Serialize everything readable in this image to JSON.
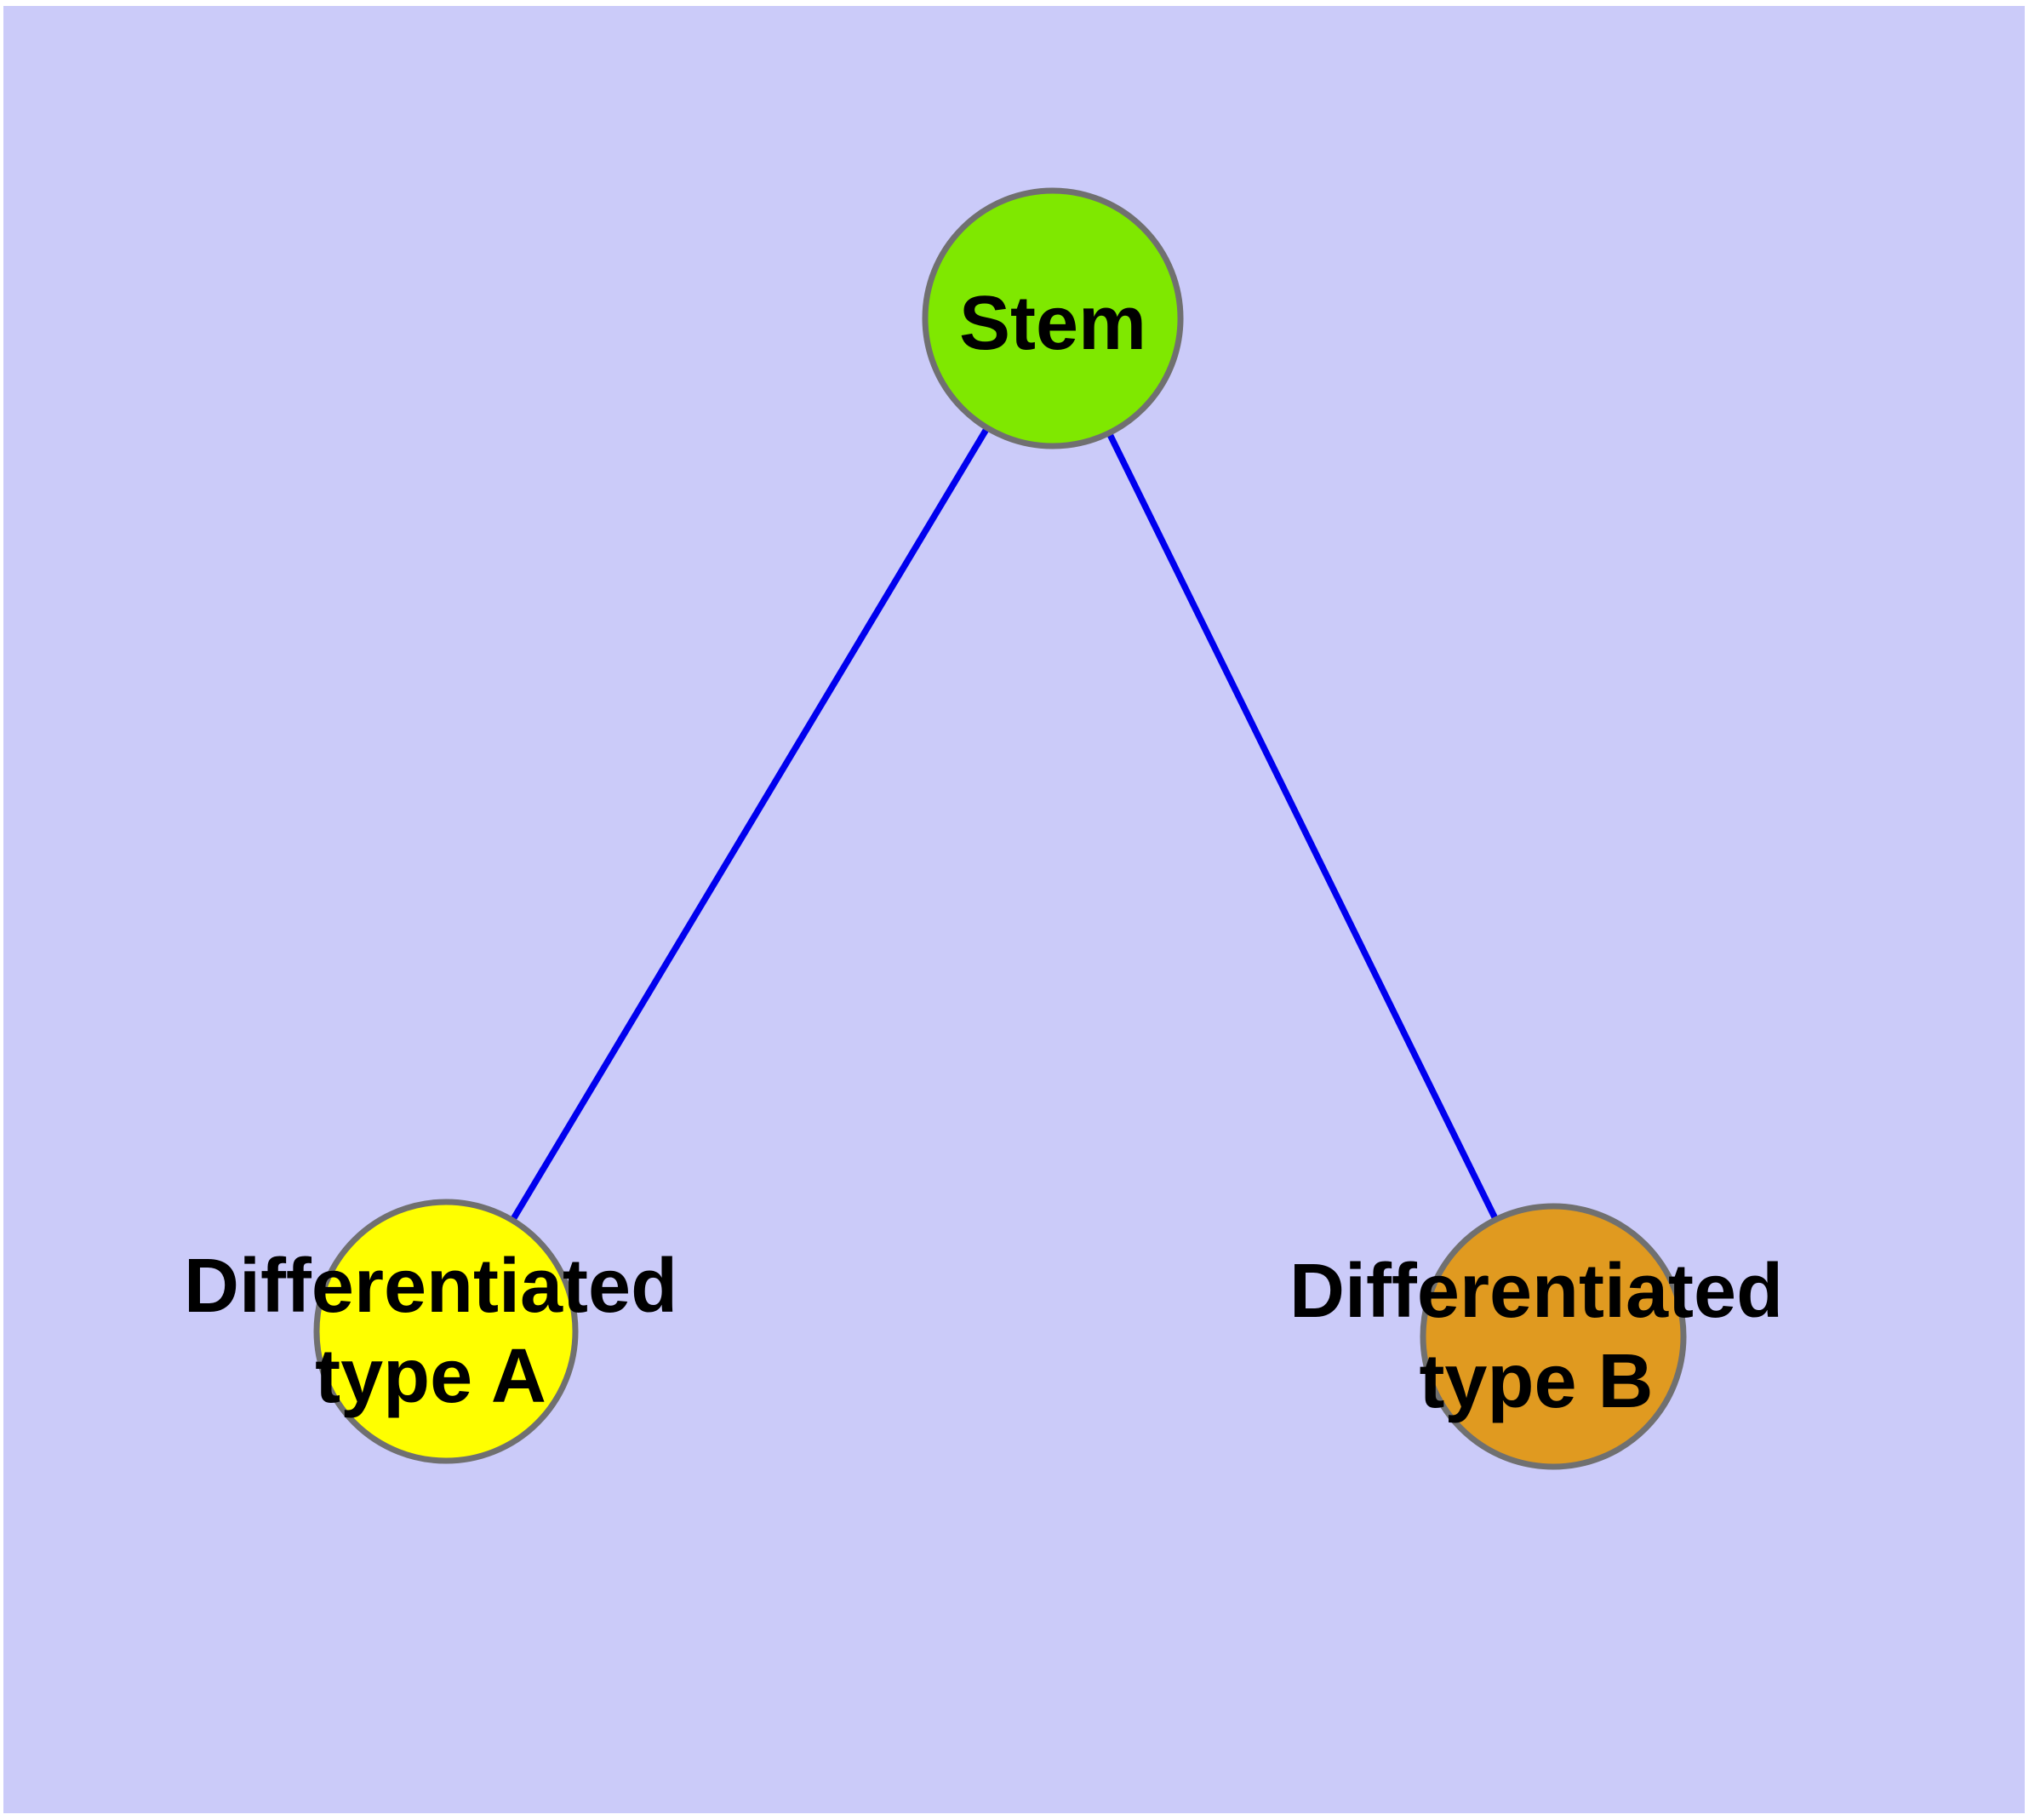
{
  "figure": {
    "type": "node-link-diagram",
    "description_colors": {
      "page_margin": "#ffffff",
      "panel_background": "#cbcbf9",
      "edge": "#0000ee",
      "node_border": "#707070",
      "label_text": "#000000"
    }
  },
  "graph": {
    "nodes": [
      {
        "id": "stem",
        "label": "Stem",
        "fill": "#7fe800"
      },
      {
        "id": "type-a",
        "label_line1": "Differentiated",
        "label_line2": "type A",
        "fill": "#ffff00"
      },
      {
        "id": "type-b",
        "label_line1": "Differentiated",
        "label_line2": "type B",
        "fill": "#e09a20"
      }
    ],
    "edges": [
      {
        "from": "Stem",
        "to": "Differentiated type A"
      },
      {
        "from": "Stem",
        "to": "Differentiated type B"
      }
    ],
    "colors": {
      "edge": "#0000ee",
      "node_border": "#707070"
    }
  }
}
